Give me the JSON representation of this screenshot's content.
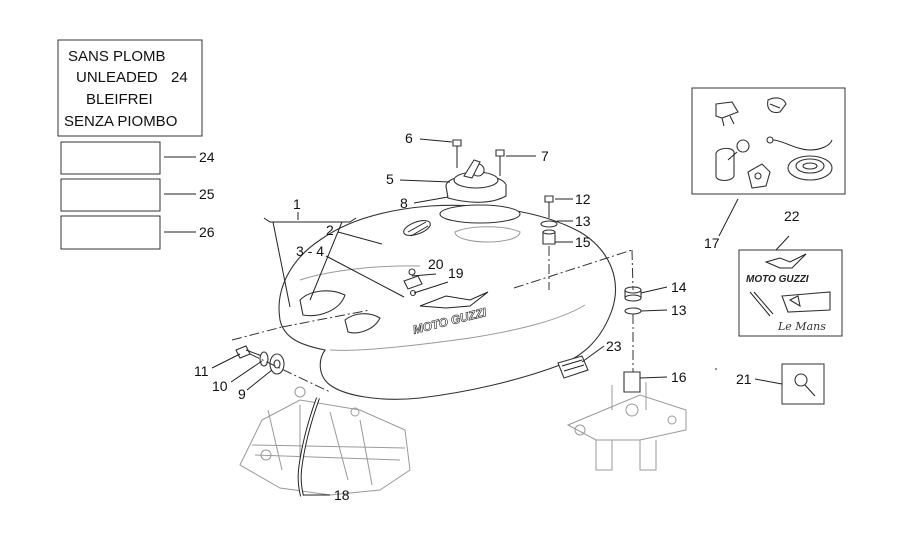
{
  "warning_box": {
    "lines": [
      "SANS PLOMB",
      "UNLEADED",
      "BLEIFREI",
      "SENZA PIOMBO"
    ],
    "ref": "24"
  },
  "callouts": {
    "c1": "1",
    "c2": "2",
    "c3_4": "3 - 4",
    "c5": "5",
    "c6": "6",
    "c7": "7",
    "c8": "8",
    "c9": "9",
    "c10": "10",
    "c11": "11",
    "c12": "12",
    "c13a": "13",
    "c13b": "13",
    "c14": "14",
    "c15": "15",
    "c16": "16",
    "c17": "17",
    "c18": "18",
    "c19": "19",
    "c20": "20",
    "c21": "21",
    "c22": "22",
    "c23": "23",
    "c24": "24",
    "c25": "25",
    "c26": "26"
  },
  "decals": {
    "brand": "MOTO GUZZI",
    "signature": "Le Mans"
  }
}
